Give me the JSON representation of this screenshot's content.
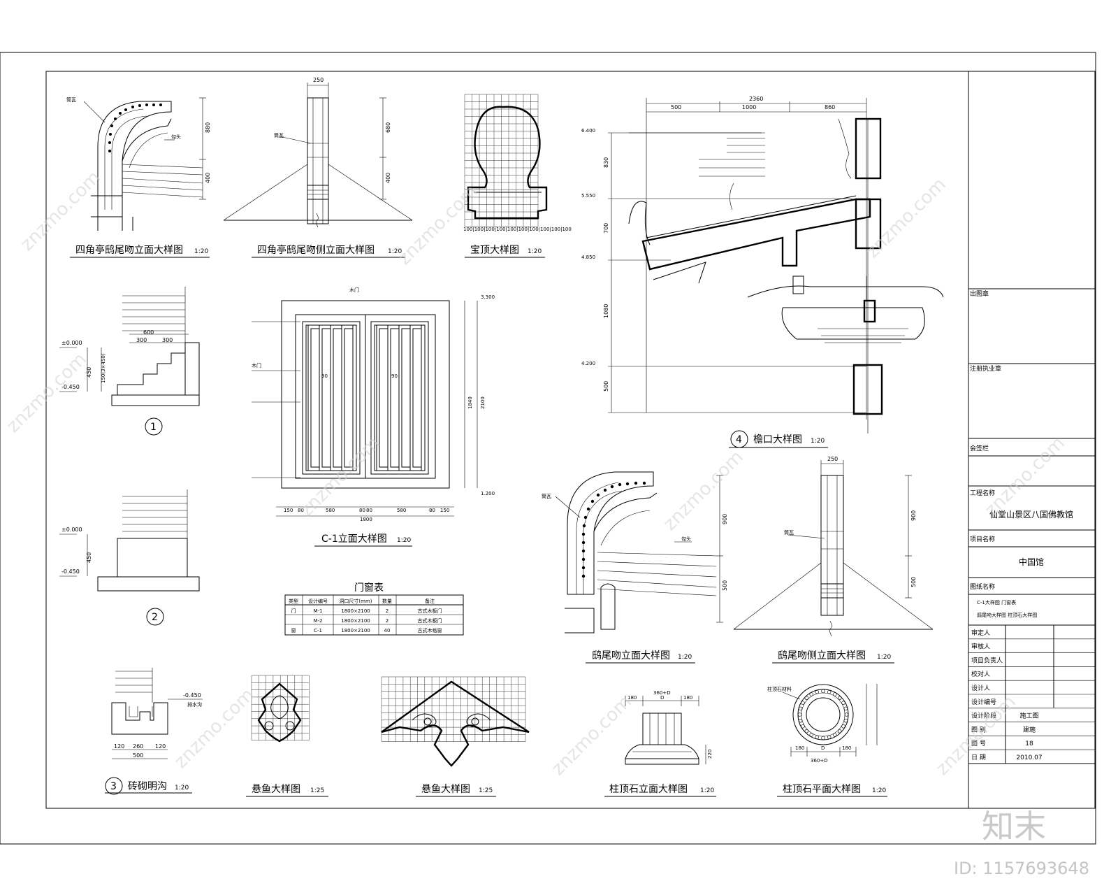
{
  "captions": {
    "c1": "四角亭鸱尾吻立面大样图",
    "c1_scale": "1:20",
    "c2": "四角亭鸱尾吻侧立面大样图",
    "c2_scale": "1:20",
    "c3": "宝顶大样图",
    "c3_scale": "1:20",
    "c4": "檐口大样图",
    "c4_num": "4",
    "c4_scale": "1:20",
    "c5": "C-1立面大样图",
    "c5_scale": "1:20",
    "c6": "鸱尾吻立面大样图",
    "c6_scale": "1:20",
    "c7": "鸱尾吻侧立面大样图",
    "c7_scale": "1:20",
    "c8": "砖砌明沟",
    "c8_num": "3",
    "c8_scale": "1:20",
    "c9": "悬鱼大样图",
    "c9_scale": "1:25",
    "c10": "悬鱼大样图",
    "c10_scale": "1:25",
    "c11": "柱顶石立面大样图",
    "c11_scale": "1:20",
    "c12": "柱顶石平面大样图",
    "c12_scale": "1:20",
    "step1": "1",
    "step2": "2"
  },
  "dims": {
    "d250a": "250",
    "d880": "880",
    "d400": "400",
    "d680": "680",
    "d400b": "400",
    "d2360": "2360",
    "d500": "500",
    "d1000": "1000",
    "d860": "860",
    "d830": "830",
    "d700": "700",
    "d1080": "1080",
    "d500b": "500",
    "d600": "600",
    "d300a": "300",
    "d300b": "300",
    "d450": "450",
    "d150": "150(3×450)",
    "d450b": "450",
    "e0": "±0.000",
    "em450": "-0.450",
    "e0b": "±0.000",
    "em450b": "-0.450",
    "em450c": "-0.450",
    "d150a": "150",
    "d80a": "80",
    "d580a": "580",
    "d80b": "80",
    "d80c": "80",
    "d580b": "580",
    "d80d": "80",
    "d150b": "150",
    "d1800": "1800",
    "d1840": "1840",
    "d2100": "2100",
    "d3300": "3.300",
    "d1200": "1.200",
    "d90a": "90",
    "d90b": "90",
    "d250b": "250",
    "d900": "900",
    "d500c": "500",
    "d900b": "900",
    "d500d": "500",
    "d120": "120",
    "d260": "260",
    "d120b": "120",
    "d500e": "500",
    "d180a": "180",
    "d360": "360+D",
    "d180b": "180",
    "d220": "220",
    "d180c": "180",
    "d360b": "360+D",
    "d180d": "180",
    "dD": "D",
    "dD2": "D",
    "d100": "100"
  },
  "labels": {
    "tile": "筒瓦",
    "tile2": "筒瓦",
    "tile3": "筒瓦",
    "tile4": "筒瓦",
    "jiao": "勾头",
    "jiao2": "勾头",
    "stone": "柱顶石材料",
    "win_out": "木门",
    "win_in": "木门",
    "gou": "排水沟"
  },
  "table": {
    "title": "门窗表",
    "headers": [
      "类型",
      "设计编号",
      "洞口尺寸(mm)",
      "数量",
      "备注"
    ],
    "rows": [
      [
        "门",
        "M-1",
        "1800×2100",
        "2",
        "古式木板门"
      ],
      [
        "",
        "M-2",
        "1800×2100",
        "2",
        "古式木板门"
      ],
      [
        "窗",
        "C-1",
        "1800×2100",
        "40",
        "古式木格窗"
      ]
    ]
  },
  "titleblock": {
    "stamp": "出图章",
    "reg": "注册执业章",
    "sign": "会签栏",
    "proj_label": "工程名称",
    "proj": "仙堂山景区八国佛教馆",
    "sub_label": "项目名称",
    "sub": "中国馆",
    "draw_label": "图纸名称",
    "draw1": "C-1大样图    门窗表",
    "draw2": "鸱尾吻大样图  柱顶石大样图",
    "roles": [
      "审定人",
      "审核人",
      "项目负责人",
      "校对人",
      "设计人",
      "设计编号",
      "设计阶段",
      "图  别",
      "图  号",
      "日  期"
    ],
    "vals": [
      "",
      "",
      "",
      "",
      "",
      "",
      "施工图",
      "建施",
      "18",
      "2010.07"
    ]
  },
  "watermark": {
    "brand": "知末",
    "id": "ID: 1157693648",
    "site": "znzmo.com"
  }
}
